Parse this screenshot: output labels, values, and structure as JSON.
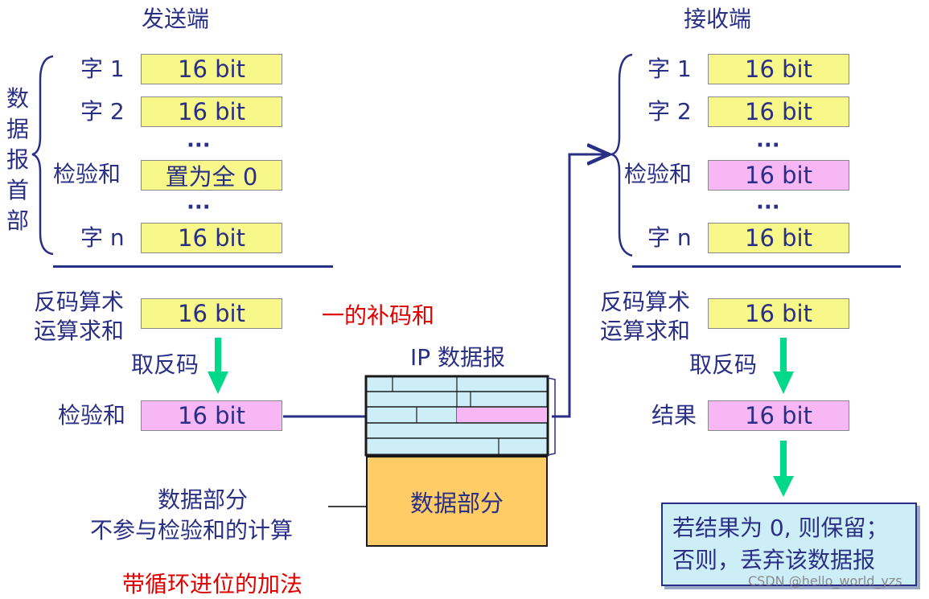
{
  "sender": {
    "title": "发送端",
    "header_vertical_label": [
      "数",
      "据",
      "报",
      "首",
      "部"
    ],
    "rows": [
      {
        "label": "字 1",
        "value": "16 bit"
      },
      {
        "label": "字 2",
        "value": "16 bit"
      },
      {
        "label": "检验和",
        "value": "置为全 0"
      },
      {
        "label": "字 n",
        "value": "16 bit"
      }
    ],
    "dots": "···",
    "sum_label_1": "反码算术",
    "sum_label_2": "运算求和",
    "sum_value": "16 bit",
    "complement_label": "取反码",
    "checksum_label": "检验和",
    "checksum_value": "16 bit"
  },
  "note_ones_complement": "一的补码和",
  "ip": {
    "title": "IP 数据报",
    "data_part": "数据部分"
  },
  "data_part_note_1": "数据部分",
  "data_part_note_2": "不参与检验和的计算",
  "carry_note": "带循环进位的加法",
  "receiver": {
    "title": "接收端",
    "rows": [
      {
        "label": "字 1",
        "value": "16 bit"
      },
      {
        "label": "字 2",
        "value": "16 bit"
      },
      {
        "label": "检验和",
        "value": "16 bit"
      },
      {
        "label": "字 n",
        "value": "16 bit"
      }
    ],
    "dots": "···",
    "sum_label_1": "反码算术",
    "sum_label_2": "运算求和",
    "sum_value": "16 bit",
    "complement_label": "取反码",
    "result_label": "结果",
    "result_value": "16 bit",
    "decision_line_1": "若结果为 0, 则保留；",
    "decision_line_2": "否则，丢弃该数据报"
  },
  "watermark": "CSDN @hello_world_yzs",
  "colors": {
    "text": "#2a2f86",
    "yellow_box": "#f7f78a",
    "pink_box": "#f7b6f4",
    "ip_header": "#cdeef7",
    "data_part": "#ffcc66",
    "arrow": "#00d98a",
    "red_text": "#e00000"
  }
}
